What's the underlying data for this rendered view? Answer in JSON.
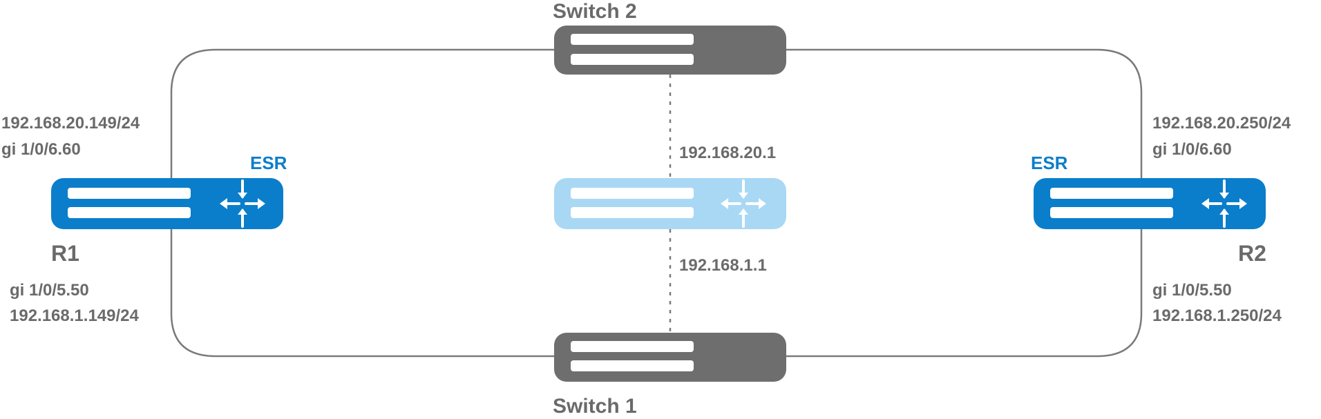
{
  "colors": {
    "line": "#7a7a7a",
    "switch": "#6e6e6e",
    "router": "#0a7ecb",
    "router_faded": "#a9d8f5",
    "label": "#6a6a6a",
    "esr": "#0a7ecb",
    "port": "#ffffff"
  },
  "switch2": {
    "label": "Switch 2"
  },
  "switch1": {
    "label": "Switch 1"
  },
  "center": {
    "ip_top": "192.168.20.1",
    "ip_bottom": "192.168.1.1"
  },
  "r1": {
    "name": "R1",
    "brand": "ESR",
    "upper_ip": "192.168.20.149/24",
    "upper_port": "gi 1/0/6.60",
    "lower_port": "gi 1/0/5.50",
    "lower_ip": "192.168.1.149/24"
  },
  "r2": {
    "name": "R2",
    "brand": "ESR",
    "upper_ip": "192.168.20.250/24",
    "upper_port": "gi 1/0/6.60",
    "lower_port": "gi 1/0/5.50",
    "lower_ip": "192.168.1.250/24"
  },
  "icons": {
    "router_icon": "router-arrows-icon",
    "switch_icon": "switch-ports-icon"
  }
}
